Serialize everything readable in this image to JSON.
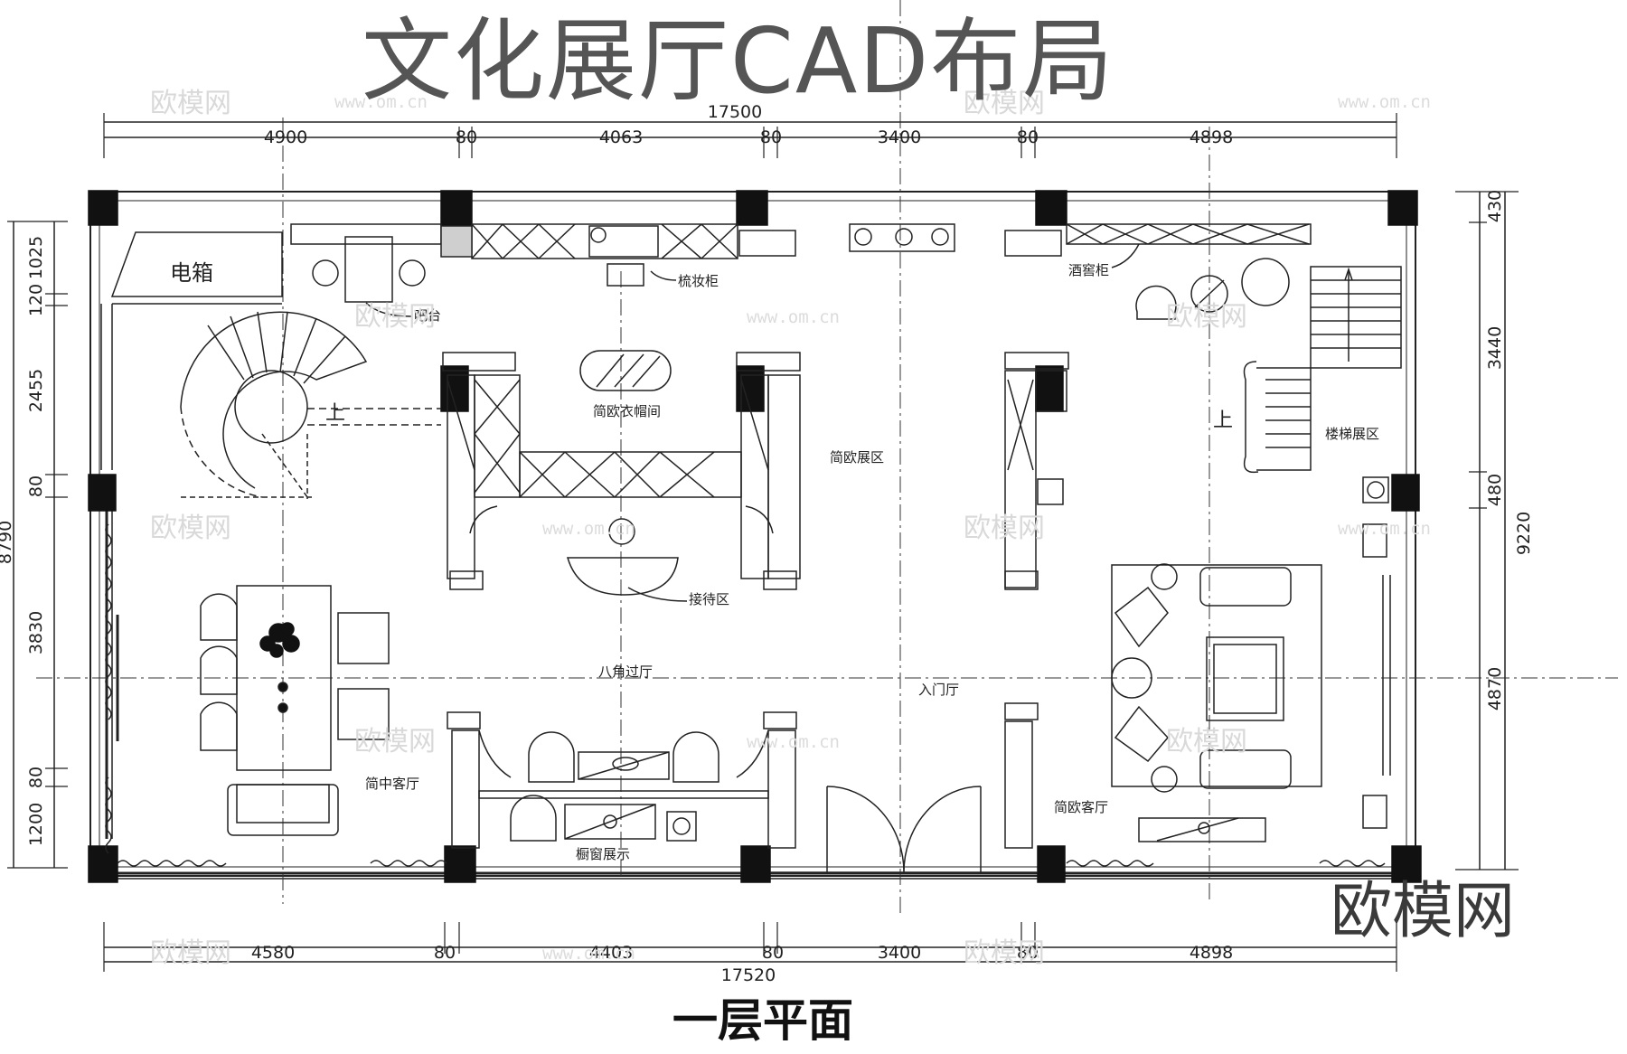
{
  "title": "文化展厅CAD布局",
  "subtitle": "一层平面",
  "brand": "欧模网",
  "watermark": {
    "text": "欧模网",
    "url": "www.om.cn"
  },
  "dimensions": {
    "top_total": "17500",
    "top_segments": [
      "4900",
      "80",
      "4063",
      "80",
      "3400",
      "80",
      "4898"
    ],
    "bottom_total": "17520",
    "bottom_segments": [
      "4580",
      "80",
      "4403",
      "80",
      "3400",
      "80",
      "4898"
    ],
    "left_total": "8790",
    "left_segments": [
      "1025",
      "120",
      "2455",
      "80",
      "3830",
      "80",
      "1200"
    ],
    "right_total": "9220",
    "right_segments": [
      "430",
      "3440",
      "480",
      "4870"
    ]
  },
  "rooms": {
    "electrical_box": "电箱",
    "bar": "吧台",
    "dresser_cabinet": "梳妆柜",
    "wine_cabinet": "酒窖柜",
    "cloakroom": "简欧衣帽间",
    "european_display": "简欧展区",
    "reception": "接待区",
    "octagon_hall": "八角过厅",
    "entrance_hall": "入门厅",
    "stair_display": "楼梯展区",
    "chinese_living": "简中客厅",
    "european_living": "简欧客厅",
    "window_display": "橱窗展示",
    "up_left": "上",
    "up_right": "上"
  }
}
